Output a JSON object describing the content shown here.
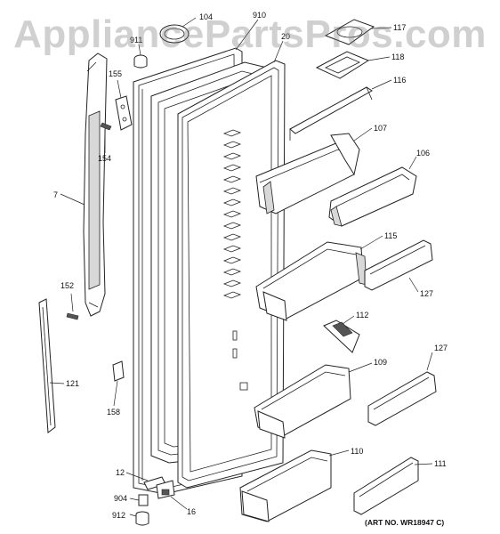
{
  "watermark": "AppliancePartsPros.com",
  "art_number": "(ART NO. WR18947 C)",
  "labels": {
    "p104": "104",
    "p910": "910",
    "p911": "911",
    "p20": "20",
    "p117": "117",
    "p118": "118",
    "p116": "116",
    "p155": "155",
    "p154": "154",
    "p107": "107",
    "p106": "106",
    "p7": "7",
    "p115": "115",
    "p127a": "127",
    "p152": "152",
    "p112": "112",
    "p127b": "127",
    "p109": "109",
    "p121": "121",
    "p158": "158",
    "p110": "110",
    "p111": "111",
    "p12": "12",
    "p904": "904",
    "p16": "16",
    "p912": "912"
  }
}
